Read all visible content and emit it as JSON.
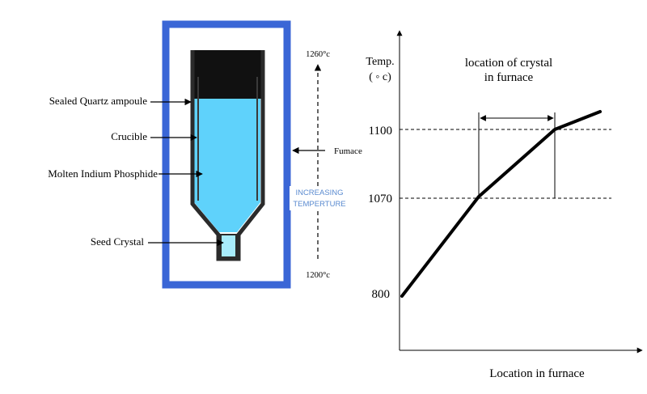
{
  "apparatus": {
    "labels": {
      "ampoule": "Sealed Quartz ampoule",
      "crucible": "Crucible",
      "melt": "Molten Indium Phosphide",
      "seed": "Seed Crystal",
      "furnace": "Fumace"
    },
    "temp_top": "1260°c",
    "temp_bottom": "1200°c",
    "increasing_line1": "INCREASING",
    "increasing_line2": "TEMPERTURE",
    "colors": {
      "furnace_frame": "#3a66d6",
      "melt": "#5fd2fb",
      "ampoule_top": "#111111",
      "increasing_text": "#5b8bd0"
    }
  },
  "chart_data": {
    "type": "line",
    "title": "location of crystal in furnace",
    "title_line1": "location of crystal",
    "title_line2": "in furnace",
    "ylabel_line1": "Temp.",
    "ylabel_line2": "( ◦ c)",
    "xlabel": "Location in furnace",
    "y_ticks": [
      "1100",
      "1070",
      "800"
    ],
    "series": [
      {
        "values": [
          800,
          1070,
          1100,
          1110
        ]
      }
    ],
    "reference_lines": [
      1100,
      1070
    ],
    "grid": false
  }
}
